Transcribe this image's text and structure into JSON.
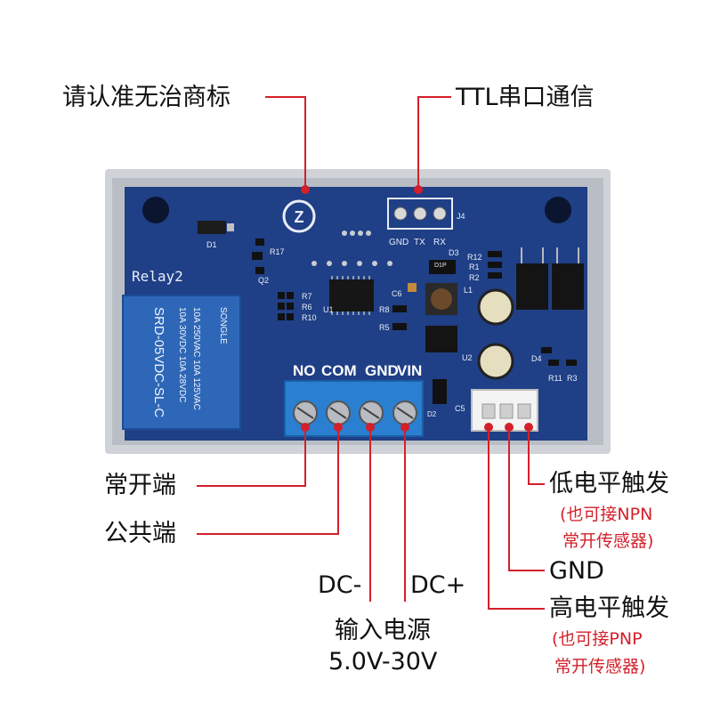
{
  "labels": {
    "top_left": "请认准无治商标",
    "top_right": "TTL串口通信",
    "no_terminal": "常开端",
    "com_terminal": "公共端",
    "dc_minus": "DC-",
    "dc_plus": "DC+",
    "power_title": "输入电源",
    "power_range": "5.0V-30V",
    "low_trigger": "低电平触发",
    "low_note_1": "(也可接NPN",
    "low_note_2": "常开传感器)",
    "gnd": "GND",
    "high_trigger": "高电平触发",
    "high_note_1": "(也可接PNP",
    "high_note_2": "常开传感器)"
  },
  "board": {
    "relay_label": "Relay2",
    "relay_body": [
      "SONGLE",
      "10A 250VAC 10A 125VAC",
      "10A 30VDC 10A 28VDC",
      "SRD-05VDC-SL-C"
    ],
    "terminal_labels": [
      "NO",
      "COM",
      "GND",
      "VIN"
    ],
    "j4_labels": [
      "GND",
      "TX",
      "RX"
    ],
    "j4_name": "J4",
    "silk": [
      "D1",
      "R17",
      "Q2",
      "R7",
      "R6",
      "R10",
      "U1",
      "R8",
      "R5",
      "C6",
      "D3",
      "R12",
      "R1",
      "R2",
      "L1",
      "U2",
      "D4",
      "R11",
      "R3",
      "C5",
      "D2"
    ],
    "d1p4_mark": "D1P"
  },
  "colors": {
    "pcb": "#1f3f86",
    "annotation_line": "#d4202a",
    "terminal_block": "#2a7fd0",
    "relay": "#2e67b7"
  }
}
